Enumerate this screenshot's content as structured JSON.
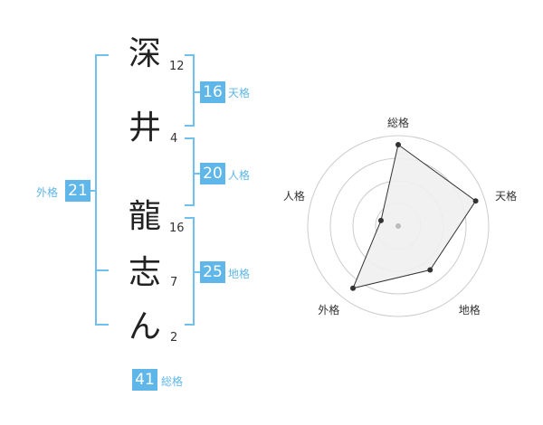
{
  "chars": [
    {
      "char": "深",
      "strokes": "12"
    },
    {
      "char": "井",
      "strokes": "4"
    },
    {
      "char": "龍",
      "strokes": "16"
    },
    {
      "char": "志",
      "strokes": "7"
    },
    {
      "char": "ん",
      "strokes": "2"
    }
  ],
  "kakusu": {
    "tenkaku": {
      "value": "16",
      "label": "天格"
    },
    "jinkaku": {
      "value": "20",
      "label": "人格"
    },
    "chikaku": {
      "value": "25",
      "label": "地格"
    },
    "gaikaku": {
      "value": "21",
      "label": "外格"
    },
    "soukaku": {
      "value": "41",
      "label": "総格"
    }
  },
  "chart_data": {
    "type": "radar",
    "axes": [
      "総格",
      "天格",
      "地格",
      "外格",
      "人格"
    ],
    "values": [
      0.9,
      0.9,
      0.6,
      0.85,
      0.2
    ],
    "rings": 4,
    "colors": {
      "fill": "#f0f0f0",
      "line": "#333333",
      "grid": "#cccccc",
      "point": "#333333",
      "center": "#bbbbbb"
    }
  }
}
